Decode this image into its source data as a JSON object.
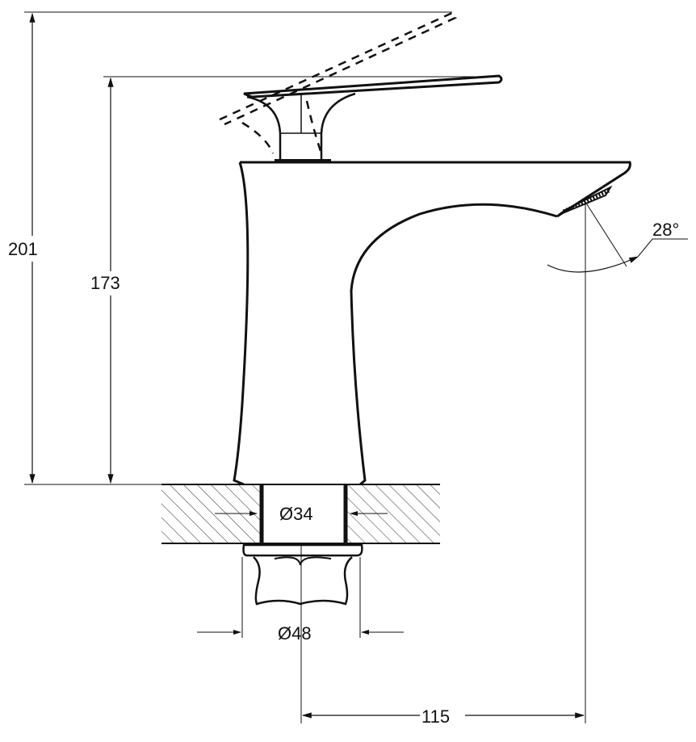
{
  "drawing": {
    "title": "Basin faucet dimension drawing",
    "dimensions": {
      "total_height": "201",
      "body_height": "173",
      "spout_angle": "28°",
      "hole_diameter": "Ø34",
      "nut_diameter": "Ø48",
      "spout_reach": "115"
    },
    "colors": {
      "line": "#111111",
      "background": "#ffffff"
    }
  }
}
